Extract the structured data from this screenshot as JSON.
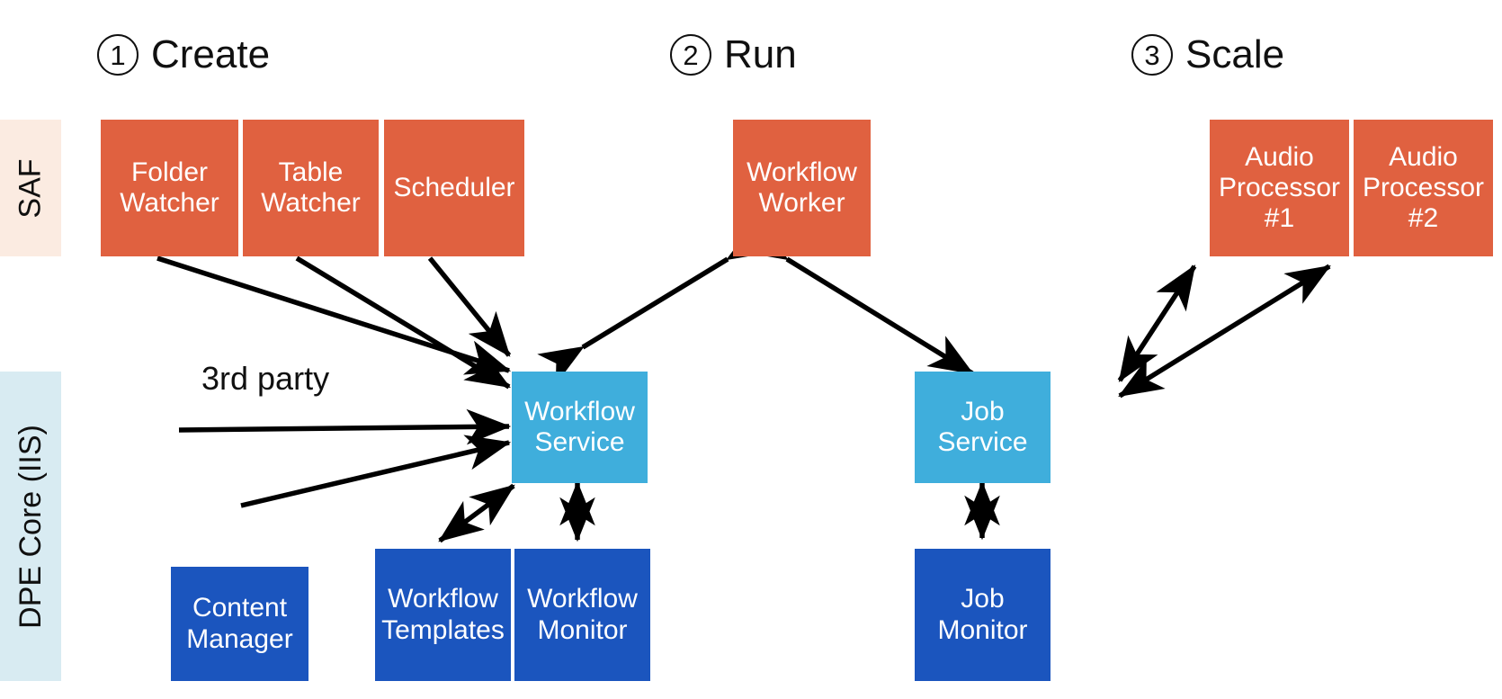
{
  "diagram": {
    "title_present": false,
    "colors": {
      "orange": "#E06140",
      "cyan": "#3FAEDC",
      "navy": "#1B55BE",
      "band_saf_bg": "#FBEBE1",
      "band_dpe_bg": "#D8EBF2",
      "connector": "#000000",
      "text_on_box": "#FFFFFF",
      "text_dark": "#101010"
    }
  },
  "phases": [
    {
      "number": "1",
      "label": "Create"
    },
    {
      "number": "2",
      "label": "Run"
    },
    {
      "number": "3",
      "label": "Scale"
    }
  ],
  "bands": [
    {
      "id": "saf",
      "label": "SAF"
    },
    {
      "id": "dpe",
      "label": "DPE Core (IIS)"
    }
  ],
  "nodes": [
    {
      "id": "folder-watcher",
      "label": "Folder\nWatcher",
      "color": "orange",
      "band": "SAF"
    },
    {
      "id": "table-watcher",
      "label": "Table\nWatcher",
      "color": "orange",
      "band": "SAF"
    },
    {
      "id": "scheduler",
      "label": "Scheduler",
      "color": "orange",
      "band": "SAF"
    },
    {
      "id": "workflow-worker",
      "label": "Workflow\nWorker",
      "color": "orange",
      "band": "SAF"
    },
    {
      "id": "audio-processor-1",
      "label": "Audio\nProcessor\n#1",
      "color": "orange",
      "band": "SAF"
    },
    {
      "id": "audio-processor-2",
      "label": "Audio\nProcessor\n#2",
      "color": "orange",
      "band": "SAF"
    },
    {
      "id": "workflow-service",
      "label": "Workflow\nService",
      "color": "cyan",
      "band": "DPE Core (IIS)"
    },
    {
      "id": "job-service",
      "label": "Job\nService",
      "color": "cyan",
      "band": "DPE Core (IIS)"
    },
    {
      "id": "content-manager",
      "label": "Content\nManager",
      "color": "navy",
      "band": "DPE Core (IIS)"
    },
    {
      "id": "workflow-templates",
      "label": "Workflow\nTemplates",
      "color": "navy",
      "band": "DPE Core (IIS)"
    },
    {
      "id": "workflow-monitor",
      "label": "Workflow\nMonitor",
      "color": "navy",
      "band": "DPE Core (IIS)"
    },
    {
      "id": "job-monitor",
      "label": "Job\nMonitor",
      "color": "navy",
      "band": "DPE Core (IIS)"
    }
  ],
  "annotations": [
    {
      "id": "third-party",
      "label": "3rd party"
    }
  ],
  "connections": [
    {
      "from": "folder-watcher",
      "to": "workflow-service",
      "arrow": "single"
    },
    {
      "from": "table-watcher",
      "to": "workflow-service",
      "arrow": "single"
    },
    {
      "from": "scheduler",
      "to": "workflow-service",
      "arrow": "single"
    },
    {
      "from": "3rd party",
      "to": "workflow-service",
      "arrow": "single"
    },
    {
      "from": "content-manager",
      "to": "workflow-service",
      "arrow": "single"
    },
    {
      "from": "workflow-worker",
      "to": "workflow-service",
      "arrow": "double"
    },
    {
      "from": "workflow-worker",
      "to": "job-service",
      "arrow": "double"
    },
    {
      "from": "workflow-service",
      "to": "workflow-monitor",
      "arrow": "double"
    },
    {
      "from": "workflow-service",
      "to": "workflow-templates",
      "arrow": "double"
    },
    {
      "from": "job-service",
      "to": "job-monitor",
      "arrow": "double"
    },
    {
      "from": "job-service",
      "to": "audio-processor-1",
      "arrow": "double"
    },
    {
      "from": "job-service",
      "to": "audio-processor-2",
      "arrow": "double"
    }
  ]
}
